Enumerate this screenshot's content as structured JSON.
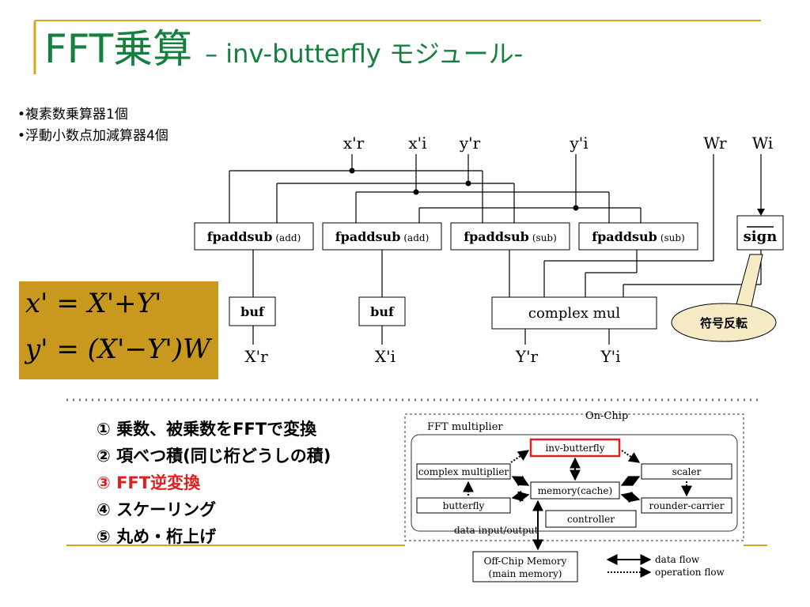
{
  "slide": {
    "title": "FFT乗算",
    "subtitle": "– inv-butterfly モジュール-",
    "bullets": [
      "•複素数乗算器1個",
      "•浮動小数点加減算器4個"
    ]
  },
  "formulas": {
    "line1": "x' = X'+Y'",
    "line2": "y' = (X'−Y')W"
  },
  "top_diagram": {
    "inputs": [
      "x'r",
      "x'i",
      "y'r",
      "y'i",
      "Wr",
      "Wi"
    ],
    "adders": [
      {
        "name": "fpaddsub",
        "mode": "(add)"
      },
      {
        "name": "fpaddsub",
        "mode": "(add)"
      },
      {
        "name": "fpaddsub",
        "mode": "(sub)"
      },
      {
        "name": "fpaddsub",
        "mode": "(sub)"
      }
    ],
    "sign_label": "sign",
    "buf_label": "buf",
    "mul_label": "complex mul",
    "outputs": [
      "X'r",
      "X'i",
      "Y'r",
      "Y'i"
    ],
    "callout": "符号反転"
  },
  "steps": [
    {
      "text": "① 乗数、被乗数をFFTで変換",
      "color": "#000000"
    },
    {
      "text": "② 項べつ積(同じ桁どうしの積)",
      "color": "#000000"
    },
    {
      "text": "③ FFT逆変換",
      "color": "#e02020"
    },
    {
      "text": "④ スケーリング",
      "color": "#000000"
    },
    {
      "text": "⑤ 丸め・桁上げ",
      "color": "#000000"
    }
  ],
  "bottom_diagram": {
    "on_chip": "On-Chip",
    "fft_multiplier": "FFT multiplier",
    "inv_butterfly": "inv-butterfly",
    "complex_multiplier": "complex multiplier",
    "scaler": "scaler",
    "memory": "memory(cache)",
    "butterfly": "butterfly",
    "rounder_carrier": "rounder-carrier",
    "controller": "controller",
    "data_io": "data input/output",
    "offchip_line1": "Off-Chip Memory",
    "offchip_line2": "(main memory)",
    "legend_data": "data flow",
    "legend_op": "operation flow"
  },
  "colors": {
    "title": "#14803e",
    "rule": "#d9a51f",
    "formula_bg": "#c8991e",
    "highlight": "#e02020",
    "callout_bg": "#f7ebc6"
  }
}
